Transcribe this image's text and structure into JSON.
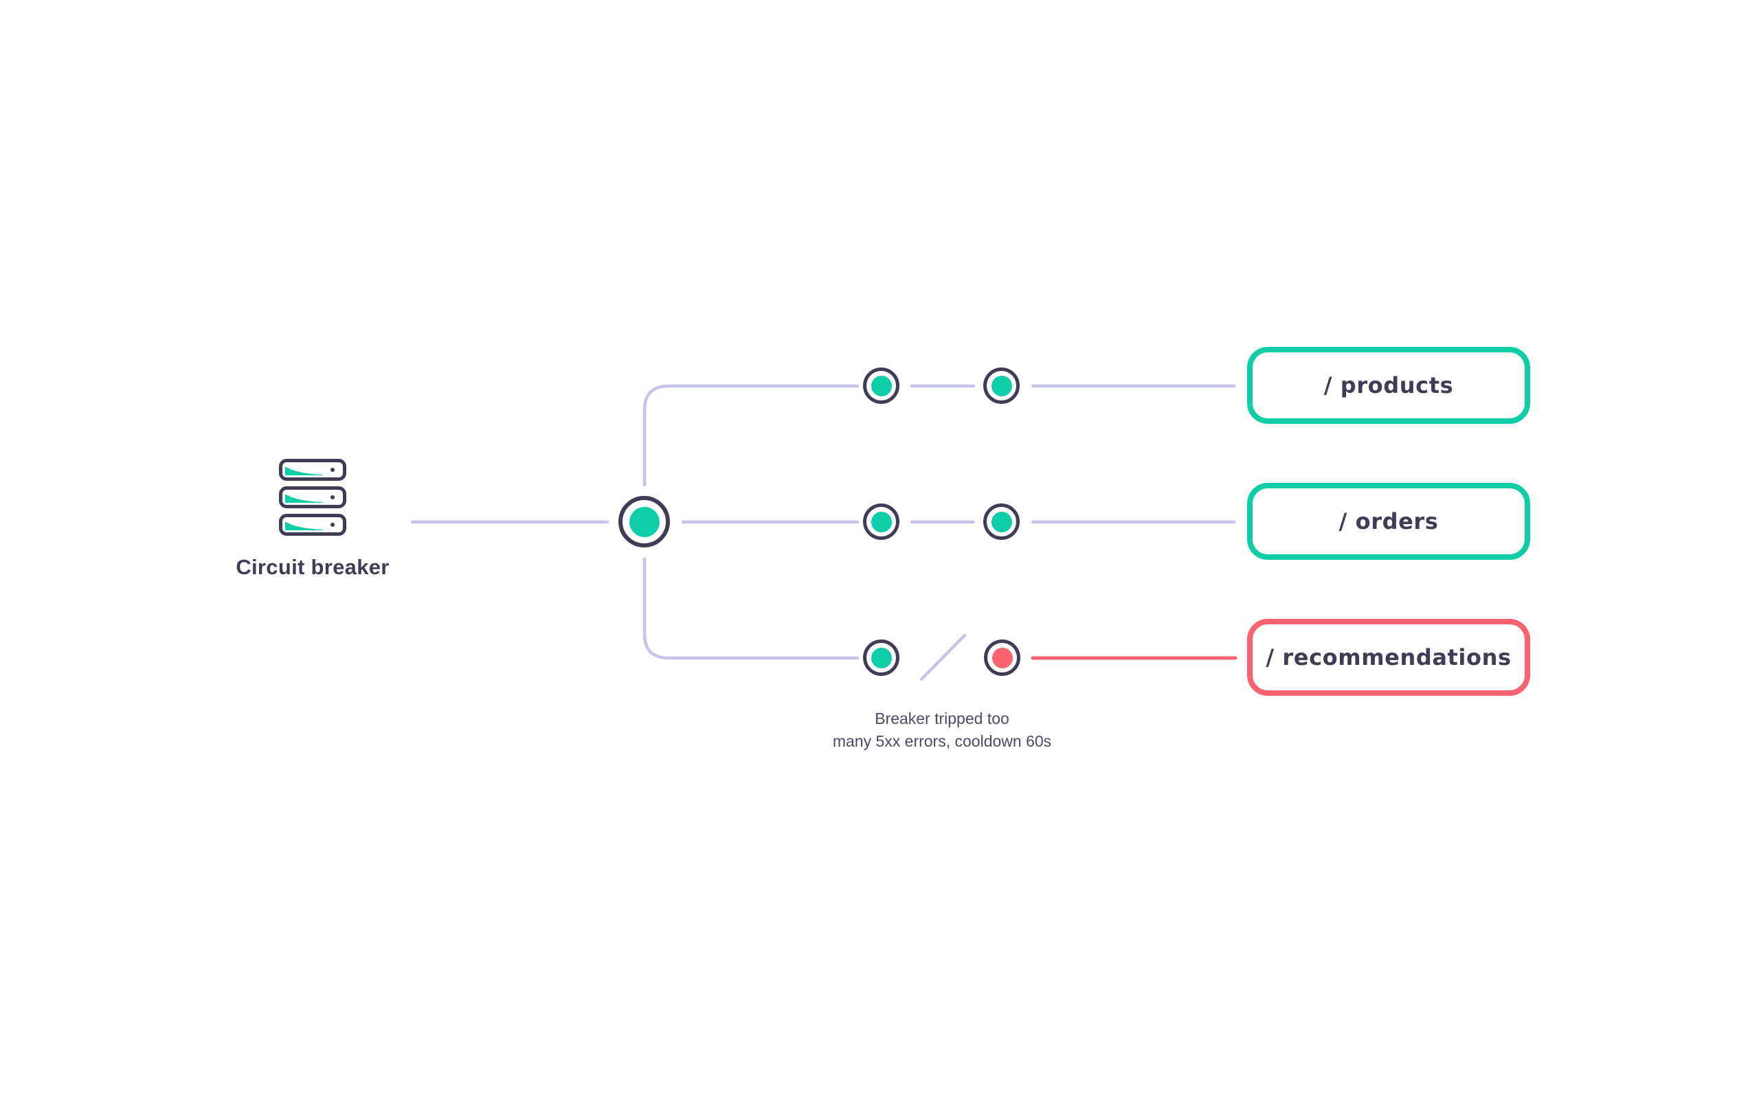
{
  "colors": {
    "navy": "#3f3d56",
    "lavender": "#c7c4ea",
    "green": "#0fcda6",
    "red": "#f8636f",
    "text_muted": "#4d4a68"
  },
  "source": {
    "label": "Circuit breaker"
  },
  "branches": [
    {
      "endpoint": "/ products",
      "state": "healthy"
    },
    {
      "endpoint": "/ orders",
      "state": "healthy"
    },
    {
      "endpoint": "/ recommendations",
      "state": "tripped"
    }
  ],
  "annotation": {
    "line1": "Breaker tripped too",
    "line2": "many 5xx errors, cooldown 60s"
  }
}
